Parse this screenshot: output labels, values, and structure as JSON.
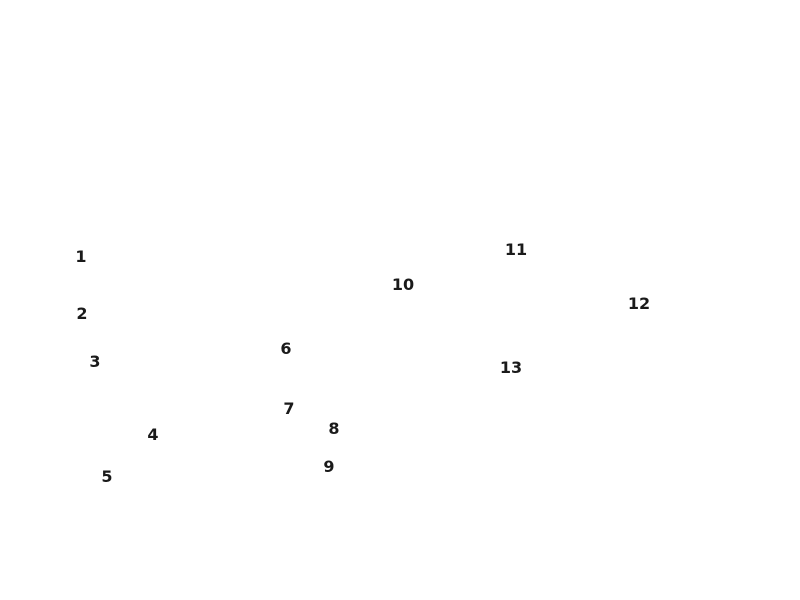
{
  "markers": [
    "1",
    "2",
    "3",
    "4",
    "5",
    "6",
    "7",
    "8",
    "9",
    "10",
    "11",
    "12",
    "13"
  ],
  "colors": {
    "background": "#ffffff",
    "text": "#1a1a1a"
  }
}
